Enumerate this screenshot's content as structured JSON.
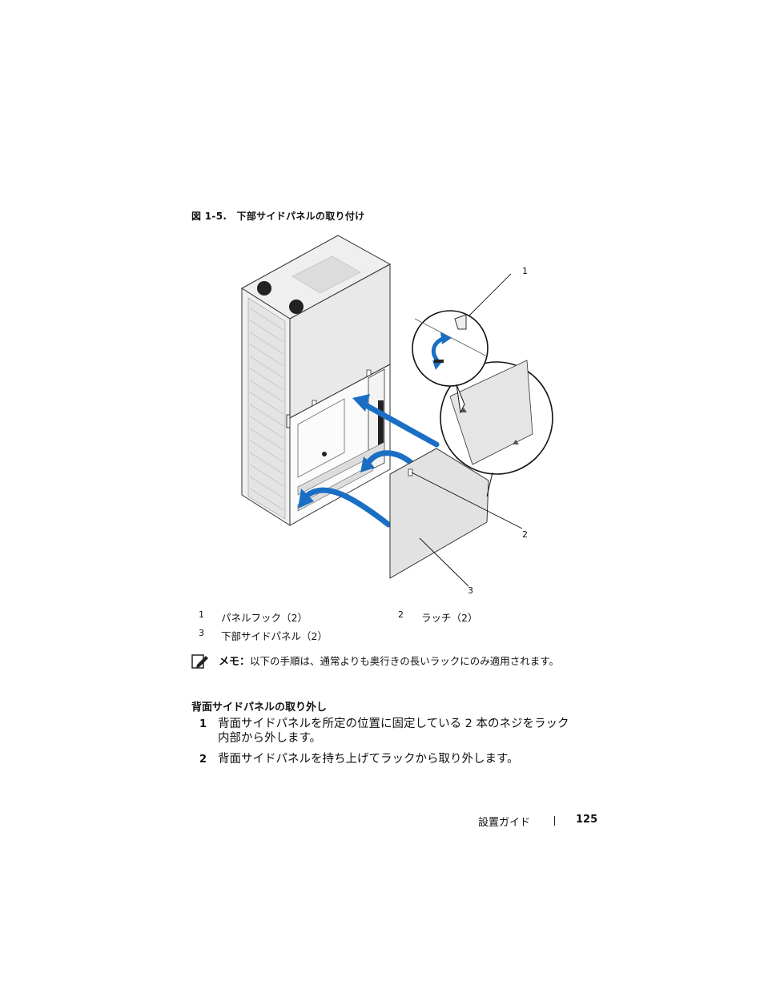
{
  "figure": {
    "caption": "図 1-5.　下部サイドパネルの取り付け",
    "callouts": [
      "1",
      "2",
      "3"
    ]
  },
  "legend": [
    {
      "num": "1",
      "text": "パネルフック（2）"
    },
    {
      "num": "2",
      "text": "ラッチ（2）"
    },
    {
      "num": "3",
      "text": "下部サイドパネル（2）"
    }
  ],
  "note": {
    "label": "メモ：",
    "text": "以下の手順は、通常よりも奥行きの長いラックにのみ適用されます。"
  },
  "section": {
    "heading": "背面サイドパネルの取り外し",
    "steps": [
      {
        "num": "1",
        "lines": [
          "背面サイドパネルを所定の位置に固定している 2 本のネジをラック",
          "内部から外します。"
        ]
      },
      {
        "num": "2",
        "lines": [
          "背面サイドパネルを持ち上げてラックから取り外します。"
        ]
      }
    ]
  },
  "footer": {
    "title": "設置ガイド",
    "page": "125"
  },
  "colors": {
    "arrow": "#1a6fc4",
    "line": "#333333",
    "panel": "#e2e2e2"
  }
}
